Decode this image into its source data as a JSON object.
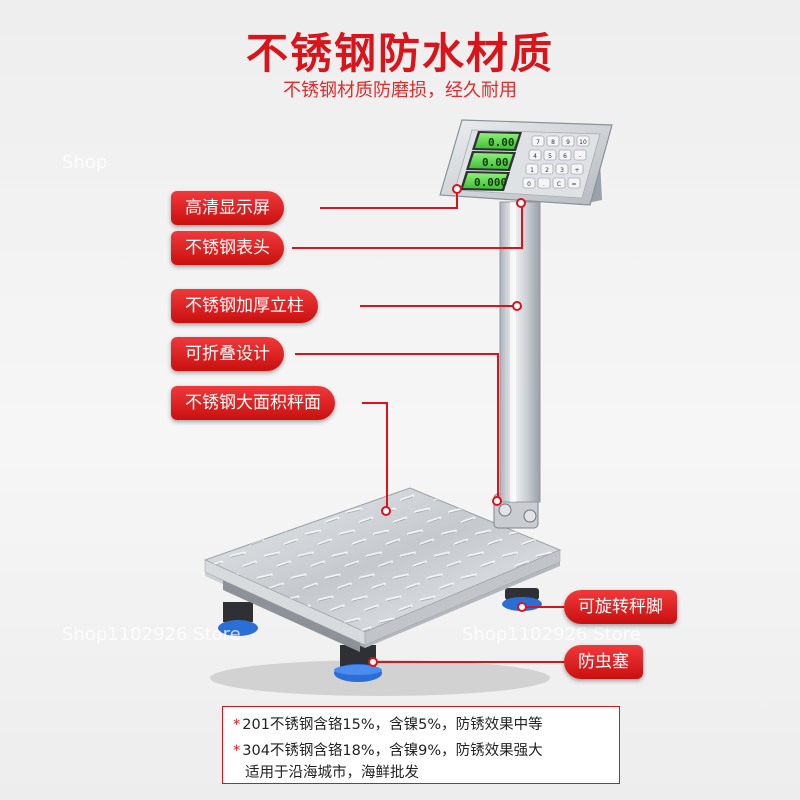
{
  "header": {
    "title": "不锈钢防水材质",
    "subtitle": "不锈钢材质防磨损，经久耐用"
  },
  "callouts": [
    {
      "label": "高清显示屏"
    },
    {
      "label": "不锈钢表头"
    },
    {
      "label": "不锈钢加厚立柱"
    },
    {
      "label": "可折叠设计"
    },
    {
      "label": "不锈钢大面积秤面"
    },
    {
      "label": "可旋转秤脚"
    },
    {
      "label": "防虫塞"
    }
  ],
  "info": {
    "line1": "201不锈钢含铬15%，含镍5%，防锈效果中等",
    "line2": "304不锈钢含铬18%，含镍9%，防锈效果强大",
    "line3": "适用于沿海城市，海鲜批发"
  },
  "display": {
    "row1": "0.00",
    "row2": "0.00",
    "row3": "0.000"
  },
  "keypad": [
    "7",
    "8",
    "9",
    "10",
    "4",
    "5",
    "6",
    "-",
    "1",
    "2",
    "3",
    "+",
    "0",
    ".",
    "C",
    "="
  ],
  "watermarks": [
    "Shop",
    "Shop1102926 Store",
    "Shop1102926 Store"
  ],
  "colors": {
    "accent": "#d9141a",
    "steel": "#c9cdd2"
  }
}
